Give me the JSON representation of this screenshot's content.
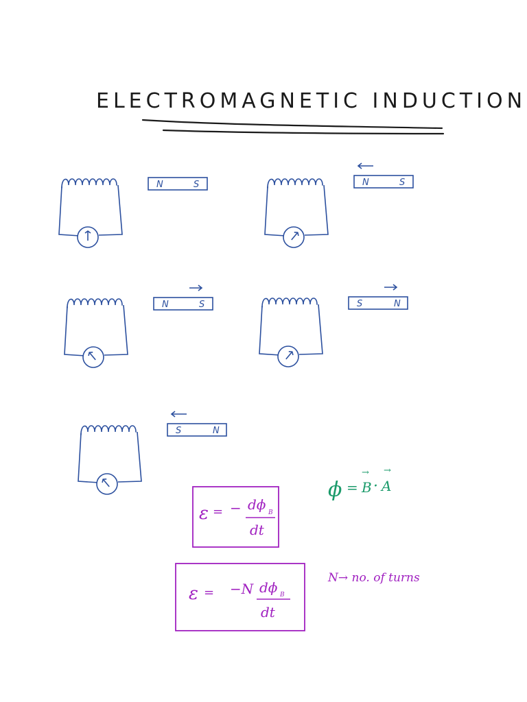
{
  "title": "ELECTROMAGNETIC INDUCTION",
  "colors": {
    "ink": "#1a1a1a",
    "circuit": "#2b4f9e",
    "formula": "#a020c0",
    "flux": "#1a9a6a"
  },
  "diagrams": [
    {
      "magnet_left": "N",
      "magnet_right": "S",
      "motion": "none",
      "galvanometer_needle": "center"
    },
    {
      "magnet_left": "N",
      "magnet_right": "S",
      "motion": "left",
      "galvanometer_needle": "right"
    },
    {
      "magnet_left": "N",
      "magnet_right": "S",
      "motion": "right",
      "galvanometer_needle": "left"
    },
    {
      "magnet_left": "S",
      "magnet_right": "N",
      "motion": "right",
      "galvanometer_needle": "right"
    },
    {
      "magnet_left": "S",
      "magnet_right": "N",
      "motion": "left",
      "galvanometer_needle": "left"
    }
  ],
  "flux_formula": {
    "lhs": "ϕ",
    "eq": "=",
    "rhs_b": "B",
    "dot": "·",
    "rhs_a": "A",
    "vector_arrow": "→"
  },
  "emf_formula_1": {
    "lhs": "ε",
    "eq": "=",
    "minus": "−",
    "numerator": "dϕ",
    "subscript": "B",
    "denominator": "dt"
  },
  "emf_formula_2": {
    "lhs": "ε",
    "eq": "=",
    "factor": "−N",
    "numerator": "dϕ",
    "subscript": "B",
    "denominator": "dt"
  },
  "note": "N→ no. of turns"
}
